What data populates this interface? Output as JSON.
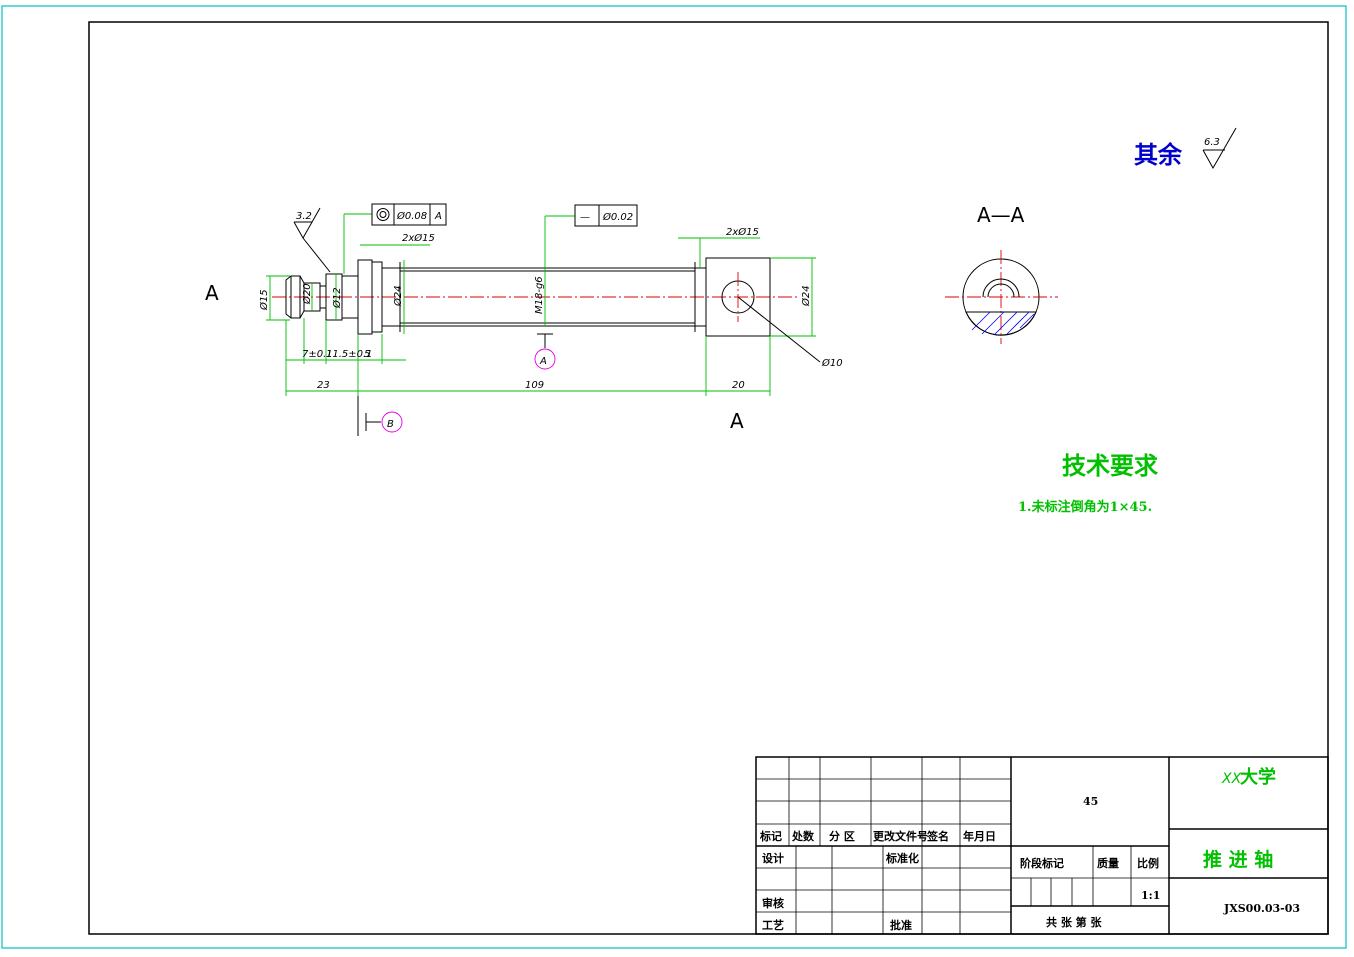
{
  "drawing": {
    "section_label_left": "A",
    "section_label_right": "A",
    "section_title": "A—A",
    "roughness_text": "其余",
    "roughness_value": "6.3",
    "roughness_local": "3.2",
    "tolerance_frame_1": {
      "symbol": "◎",
      "value": "Ø0.08",
      "datum": "A"
    },
    "tolerance_frame_2": {
      "symbol": "—",
      "value": "Ø0.02"
    },
    "datum_a": "A",
    "datum_b": "B",
    "dims": {
      "d15_left": "Ø15",
      "d20": "Ø20",
      "d24_left": "Ø24",
      "d12": "Ø12",
      "thread": "M18-g6",
      "d24_right": "Ø24",
      "d10": "Ø10",
      "chamfer_left": "2xØ15",
      "chamfer_right": "2xØ15",
      "len_7": "7±0.1",
      "len_115": "11.5±0.1",
      "len_5": "5",
      "len_23": "23",
      "len_109": "109",
      "len_20": "20"
    },
    "tech_title": "技术要求",
    "tech_item_1": "1.未标注倒角为1×45."
  },
  "title_block": {
    "col_headers": [
      "标记",
      "处数",
      "分 区",
      "更改文件号",
      "签名",
      "年月日"
    ],
    "row_design": "设计",
    "row_standard": "标准化",
    "row_review": "审核",
    "row_process": "工艺",
    "row_approve": "批准",
    "material": "45",
    "stage_label": "阶段标记",
    "weight_label": "质量",
    "scale_label": "比例",
    "scale_value": "1:1",
    "sheet_text": "共 张 第 张",
    "school_prefix": "XX",
    "school_suffix": "大学",
    "part_name": "推 进 轴",
    "drawing_no": "JXS00.03-03"
  },
  "colors": {
    "border": "#00c0c0",
    "green": "#00c000",
    "red": "#e00000",
    "blue_text": "#0000cc",
    "magenta": "#e000e0"
  }
}
